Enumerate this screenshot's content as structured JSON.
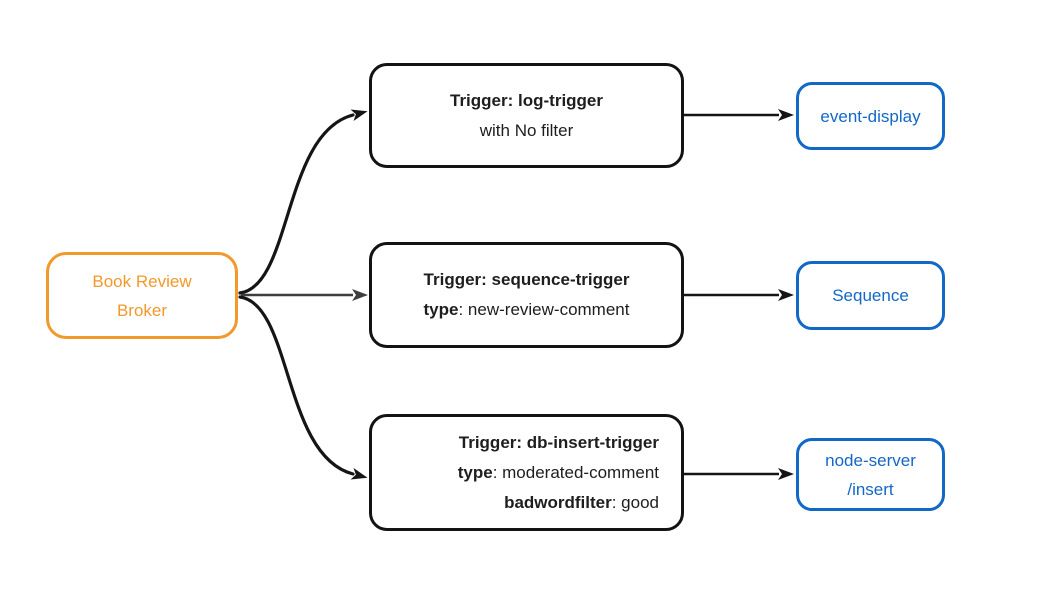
{
  "colors": {
    "background": "#FFFFFF",
    "broker_accent": "#F2992B",
    "sink_accent": "#1268C6",
    "trigger_border": "#131313",
    "trigger_text": "#1E1E1E",
    "edge_black": "#151515",
    "edge_gray": "#3E3E3E"
  },
  "broker": {
    "line1": "Book Review",
    "line2": "Broker"
  },
  "triggers": [
    {
      "title": "Trigger: log-trigger",
      "rows": [
        {
          "key": "",
          "value": "with No filter"
        }
      ]
    },
    {
      "title": "Trigger: sequence-trigger",
      "rows": [
        {
          "key": "type",
          "value": ": new-review-comment"
        }
      ]
    },
    {
      "title": "Trigger: db-insert-trigger",
      "rows": [
        {
          "key": "type",
          "value": ": moderated-comment"
        },
        {
          "key": "badwordfilter",
          "value": ": good"
        }
      ]
    }
  ],
  "sinks": [
    {
      "line1": "event-display",
      "line2": ""
    },
    {
      "line1": "Sequence",
      "line2": ""
    },
    {
      "line1": "node-server",
      "line2": "/insert"
    }
  ]
}
